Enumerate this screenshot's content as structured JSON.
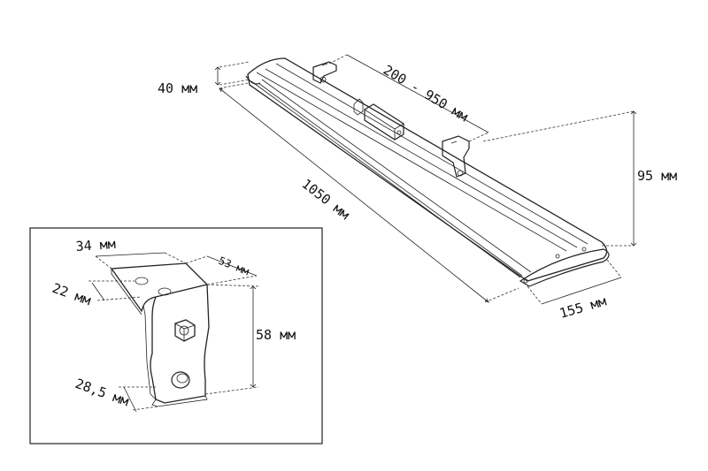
{
  "dimensions": {
    "height_40": "40 мм",
    "bracket_span": "200 - 950 мм",
    "height_95": "95 мм",
    "length_1050": "1050 мм",
    "width_155": "155 мм"
  },
  "bracket_detail": {
    "width_34": "34 мм",
    "depth_53": "53 мм",
    "hole_22": "22 мм",
    "height_58": "58 мм",
    "base_285": "28,5 мм"
  },
  "colors": {
    "line": "#222222",
    "background": "#ffffff"
  }
}
